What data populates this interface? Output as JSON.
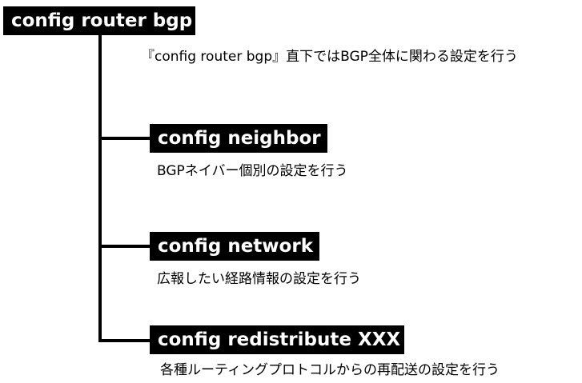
{
  "root": {
    "label": "config router bgp",
    "description": "『config router bgp』直下ではBGP全体に関わる設定を行う"
  },
  "children": [
    {
      "label": "config neighbor",
      "description": "BGPネイバー個別の設定を行う"
    },
    {
      "label": "config network",
      "description": "広報したい経路情報の設定を行う"
    },
    {
      "label": "config redistribute XXX",
      "description": "各種ルーティングプロトコルからの再配送の設定を行う"
    }
  ],
  "colors": {
    "label_bg": "#000000",
    "label_text": "#ffffff",
    "line": "#000000",
    "text": "#000000"
  }
}
